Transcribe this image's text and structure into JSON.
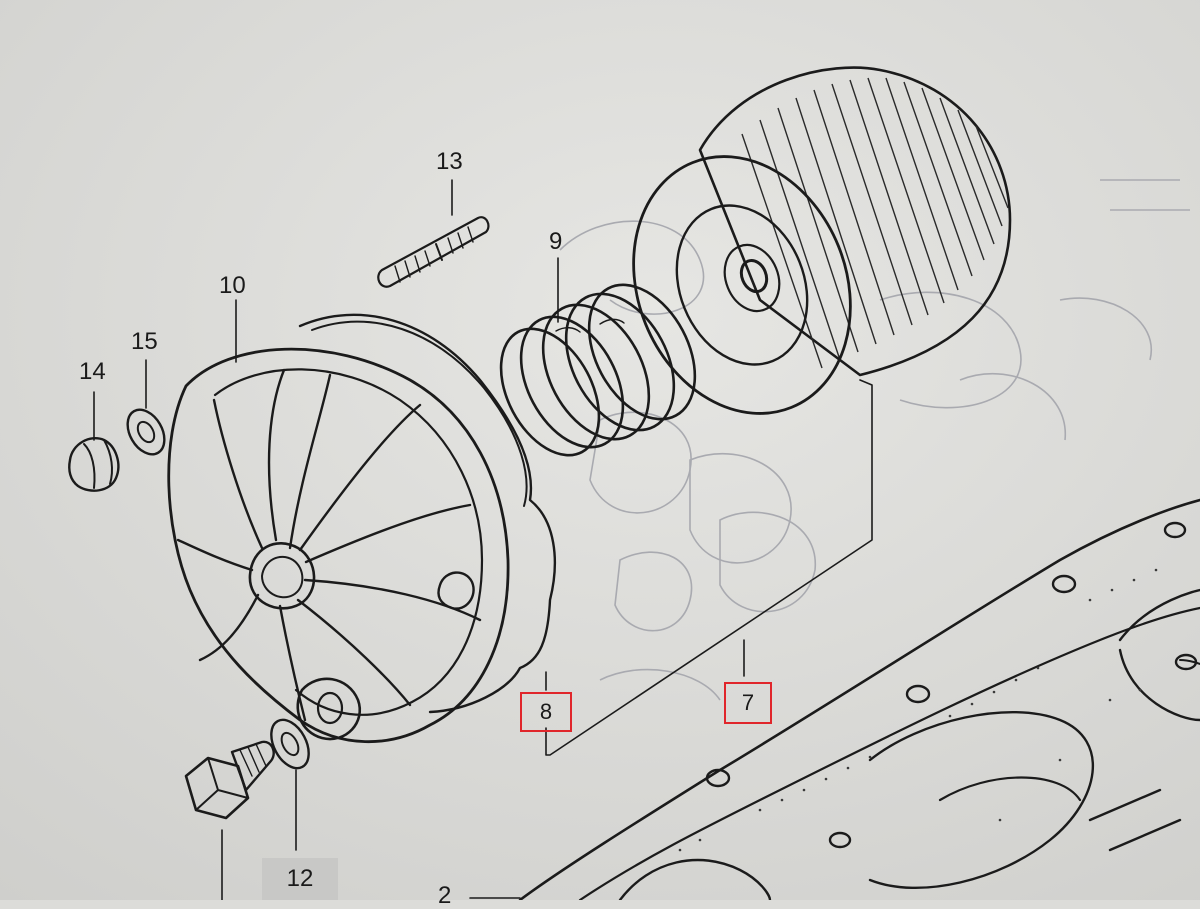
{
  "diagram": {
    "callouts": [
      "13",
      "9",
      "10",
      "15",
      "14",
      "8",
      "7",
      "12",
      "2"
    ],
    "highlighted_red": [
      "8",
      "7"
    ],
    "highlighted_gray": [
      "12"
    ],
    "colors": {
      "paper": "#dcdcd9",
      "ink": "#1b1b1b",
      "highlight_box": "#e0262b",
      "highlight_fill": "#c8c8c6",
      "background_ghost": "#a9aab0"
    }
  }
}
